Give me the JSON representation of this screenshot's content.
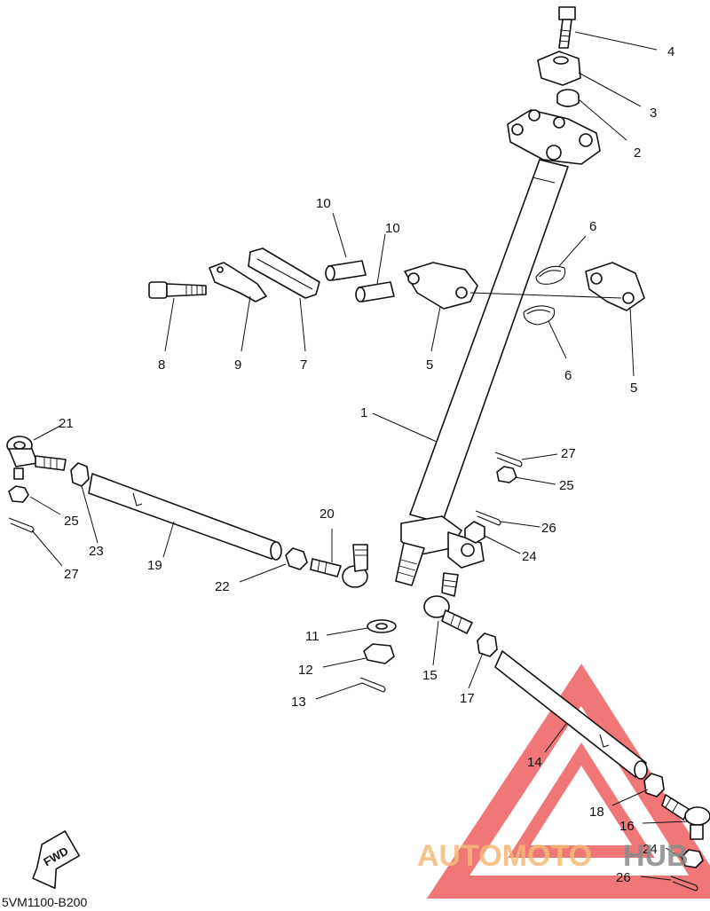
{
  "diagram_ref": "5VM1100-B200",
  "fwd_label": "FWD",
  "watermark": {
    "text_auto": "AUTOMOTO",
    "text_hub": "HUB",
    "color_auto": "#f5b877",
    "color_hub": "#8a8a8a",
    "color_triangle": "#ea4a4a"
  },
  "callouts": [
    {
      "id": "c4",
      "label": "4"
    },
    {
      "id": "c3",
      "label": "3"
    },
    {
      "id": "c2",
      "label": "2"
    },
    {
      "id": "c10a",
      "label": "10"
    },
    {
      "id": "c10b",
      "label": "10"
    },
    {
      "id": "c6a",
      "label": "6"
    },
    {
      "id": "c6b",
      "label": "6"
    },
    {
      "id": "c8",
      "label": "8"
    },
    {
      "id": "c9",
      "label": "9"
    },
    {
      "id": "c7",
      "label": "7"
    },
    {
      "id": "c5a",
      "label": "5"
    },
    {
      "id": "c5b",
      "label": "5"
    },
    {
      "id": "c1",
      "label": "1"
    },
    {
      "id": "c21",
      "label": "21"
    },
    {
      "id": "c27a",
      "label": "27"
    },
    {
      "id": "c25a",
      "label": "25"
    },
    {
      "id": "c25b",
      "label": "25"
    },
    {
      "id": "c26a",
      "label": "26"
    },
    {
      "id": "c20",
      "label": "20"
    },
    {
      "id": "c24a",
      "label": "24"
    },
    {
      "id": "c23",
      "label": "23"
    },
    {
      "id": "c19",
      "label": "19"
    },
    {
      "id": "c27b",
      "label": "27"
    },
    {
      "id": "c22",
      "label": "22"
    },
    {
      "id": "c11",
      "label": "11"
    },
    {
      "id": "c12",
      "label": "12"
    },
    {
      "id": "c13",
      "label": "13"
    },
    {
      "id": "c15",
      "label": "15"
    },
    {
      "id": "c17",
      "label": "17"
    },
    {
      "id": "c14",
      "label": "14"
    },
    {
      "id": "c18",
      "label": "18"
    },
    {
      "id": "c16",
      "label": "16"
    },
    {
      "id": "c24b",
      "label": "24"
    },
    {
      "id": "c26b",
      "label": "26"
    }
  ]
}
